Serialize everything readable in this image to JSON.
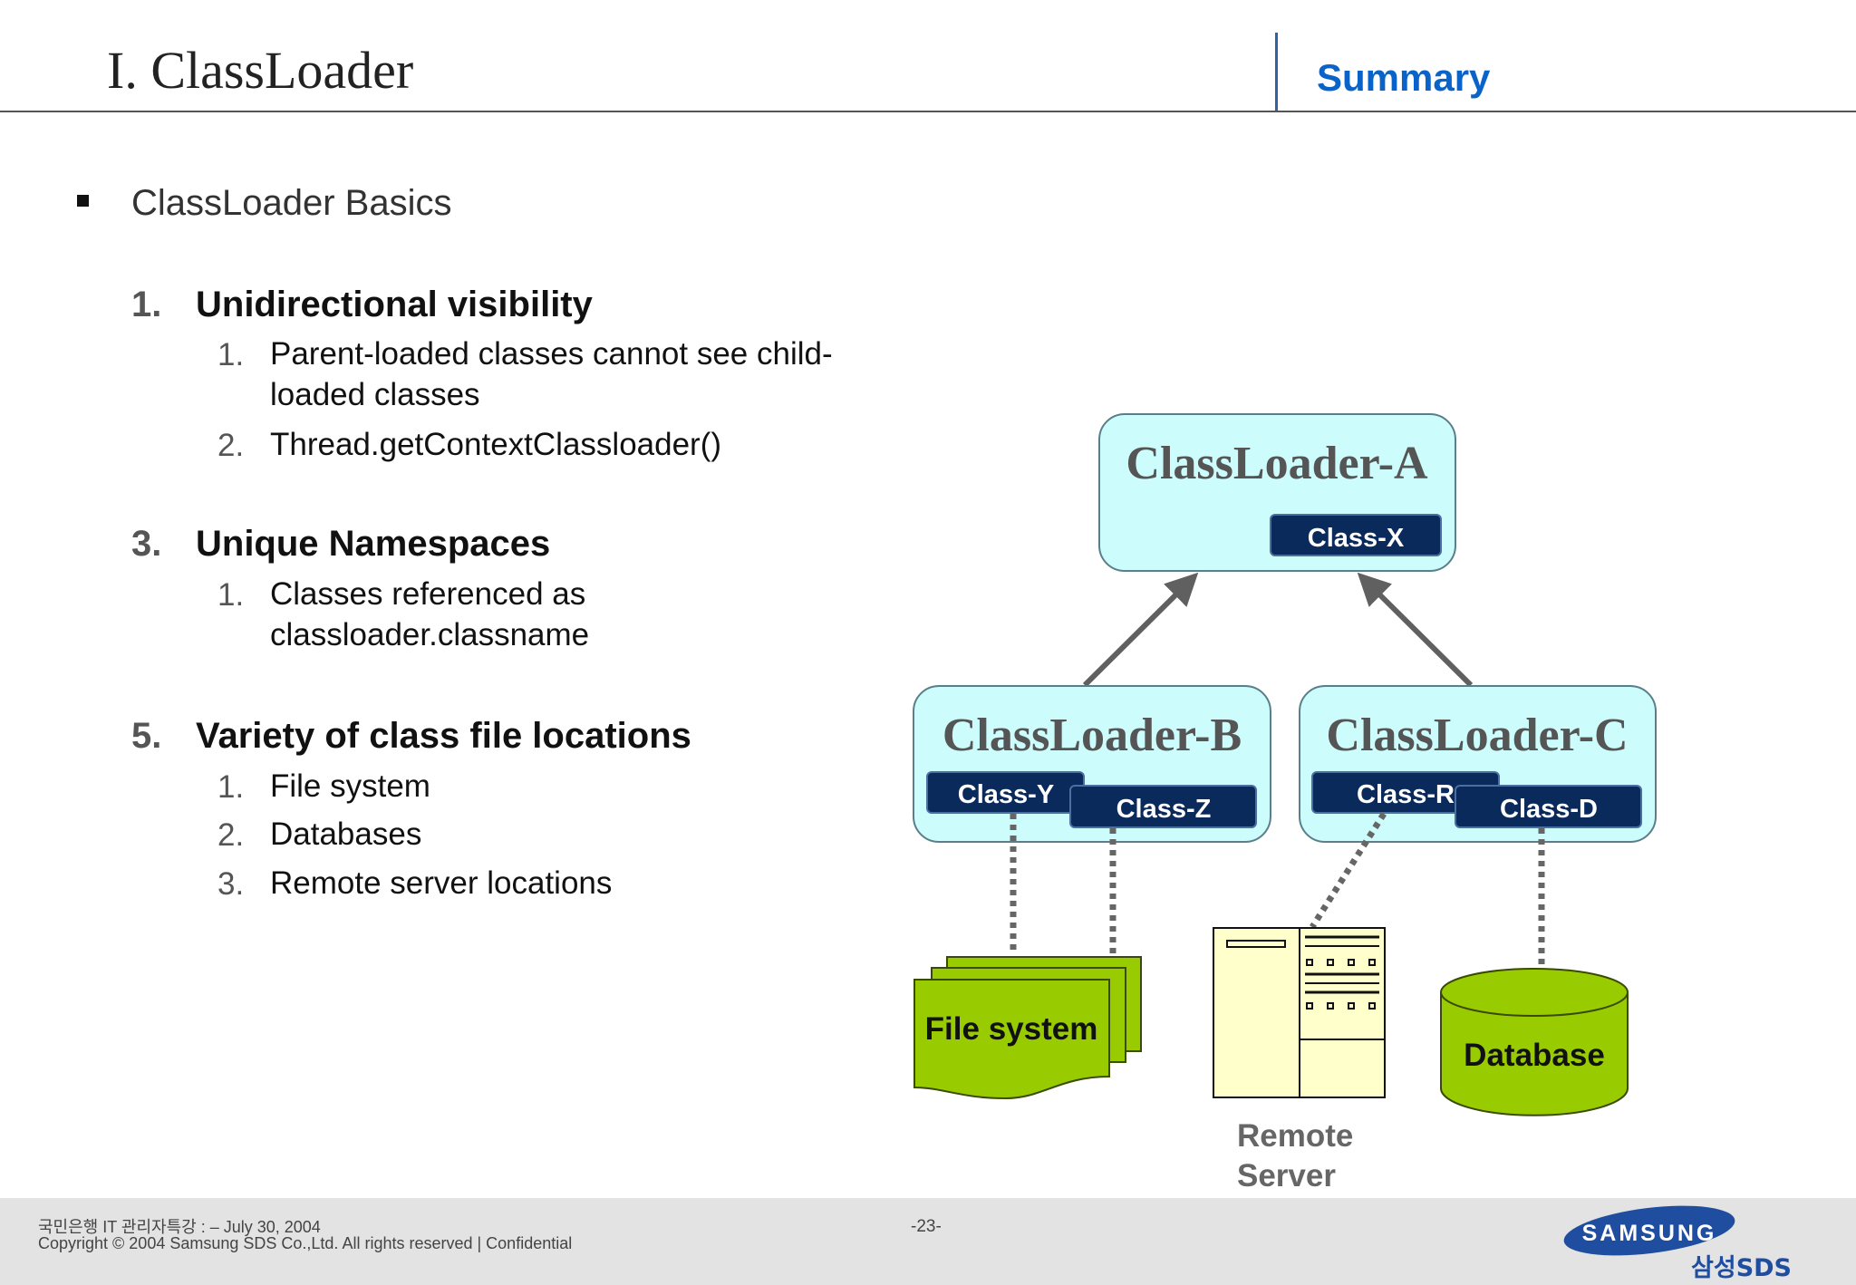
{
  "header": {
    "title": "I. ClassLoader",
    "section": "Summary"
  },
  "intro": {
    "heading": "ClassLoader Basics"
  },
  "points": [
    {
      "num": "1.",
      "label": "Unidirectional visibility",
      "sub": [
        {
          "num": "1.",
          "lines": [
            "Parent-loaded classes cannot see child-",
            "loaded classes"
          ]
        },
        {
          "num": "2.",
          "lines": [
            "Thread.getContextClassloader()"
          ]
        }
      ]
    },
    {
      "num": "3.",
      "label": "Unique Namespaces",
      "sub": [
        {
          "num": "1.",
          "lines": [
            "Classes referenced as",
            "classloader.classname"
          ]
        }
      ]
    },
    {
      "num": "5.",
      "label": "Variety of class file locations",
      "sub": [
        {
          "num": "1.",
          "lines": [
            "File system"
          ]
        },
        {
          "num": "2.",
          "lines": [
            "Databases"
          ]
        },
        {
          "num": "3.",
          "lines": [
            "Remote server locations"
          ]
        }
      ]
    }
  ],
  "diagram": {
    "loader_a": {
      "label": "ClassLoader-A",
      "classes": [
        "Class-X"
      ]
    },
    "loader_b": {
      "label": "ClassLoader-B",
      "classes": [
        "Class-Y",
        "Class-Z"
      ]
    },
    "loader_c": {
      "label": "ClassLoader-C",
      "classes": [
        "Class-R",
        "Class-D"
      ]
    },
    "file_system": "File system",
    "remote_server": [
      "Remote",
      "Server"
    ],
    "database": "Database",
    "colors": {
      "loader_fill": "#ccfcfc",
      "class_fill": "#0b2a5c",
      "storage_green": "#99cc00",
      "server_fill": "#ffffcc",
      "arrow": "#606060"
    }
  },
  "footer": {
    "line1": "국민은행 IT 관리자특강 : – July 30, 2004",
    "line2": "Copyright © 2004 Samsung SDS Co.,Ltd. All rights reserved  |   Confidential",
    "page": "-23-",
    "brand": "SAMSUNG",
    "brand_sub": "삼성SDS",
    "brand_color": "#1f4ea1"
  }
}
